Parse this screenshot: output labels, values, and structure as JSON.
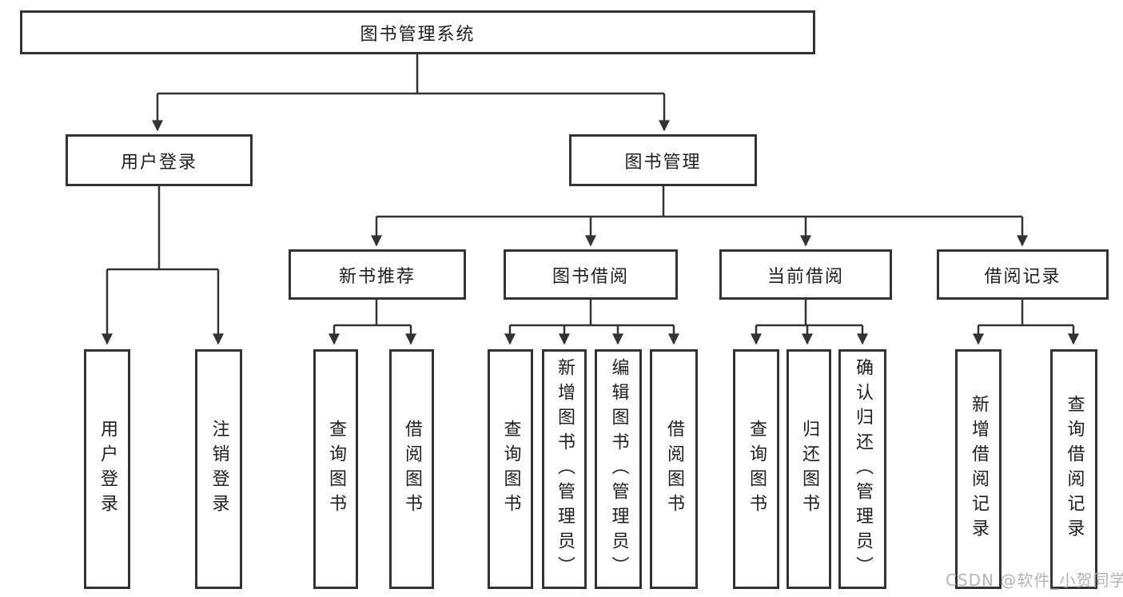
{
  "diagram": {
    "root": {
      "label": "图书管理系统"
    },
    "level2": [
      {
        "label": "用户登录"
      },
      {
        "label": "图书管理"
      }
    ],
    "level3": [
      {
        "label": "新书推荐"
      },
      {
        "label": "图书借阅"
      },
      {
        "label": "当前借阅"
      },
      {
        "label": "借阅记录"
      }
    ],
    "leaves": [
      {
        "label": "用户登录"
      },
      {
        "label": "注销登录"
      },
      {
        "label": "查询图书"
      },
      {
        "label": "借阅图书"
      },
      {
        "label": "查询图书"
      },
      {
        "label": "新增图书（管理员）"
      },
      {
        "label": "编辑图书（管理员）"
      },
      {
        "label": "借阅图书"
      },
      {
        "label": "查询图书"
      },
      {
        "label": "归还图书"
      },
      {
        "label": "确认归还（管理员）"
      },
      {
        "label": "新增借阅记录"
      },
      {
        "label": "查询借阅记录"
      }
    ]
  },
  "watermark": {
    "text": "CSDN @软件_小贺同学"
  },
  "colors": {
    "line": "#333333",
    "text": "#1e1e1e",
    "background": "#ffffff",
    "watermark_text": "#b5b5b5"
  }
}
